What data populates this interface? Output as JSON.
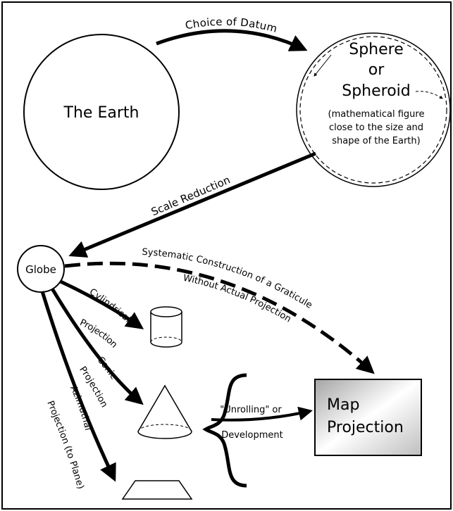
{
  "nodes": {
    "earth": "The Earth",
    "sphere_line1": "Sphere",
    "sphere_line2": "or",
    "sphere_line3": "Spheroid",
    "sphere_desc1": "(mathematical figure",
    "sphere_desc2": "close to the size and",
    "sphere_desc3": "shape of the Earth)",
    "globe": "Globe",
    "map_line1": "Map",
    "map_line2": "Projection"
  },
  "edges": {
    "datum": "Choice of Datum",
    "scale": "Scale Reduction",
    "systematic_line1": "Systematic Construction of a Graticule",
    "systematic_line2": "Without Actual Projection",
    "cylindrical_line1": "Cylindrical",
    "cylindrical_line2": "Projection",
    "conic_line1": "Conic",
    "conic_line2": "Projection",
    "azimuthal_line1": "Azimuthal",
    "azimuthal_line2": "Projection (to Plane)",
    "unrolling_line1": "\"Unrolling\" or",
    "unrolling_line2": "Development"
  }
}
